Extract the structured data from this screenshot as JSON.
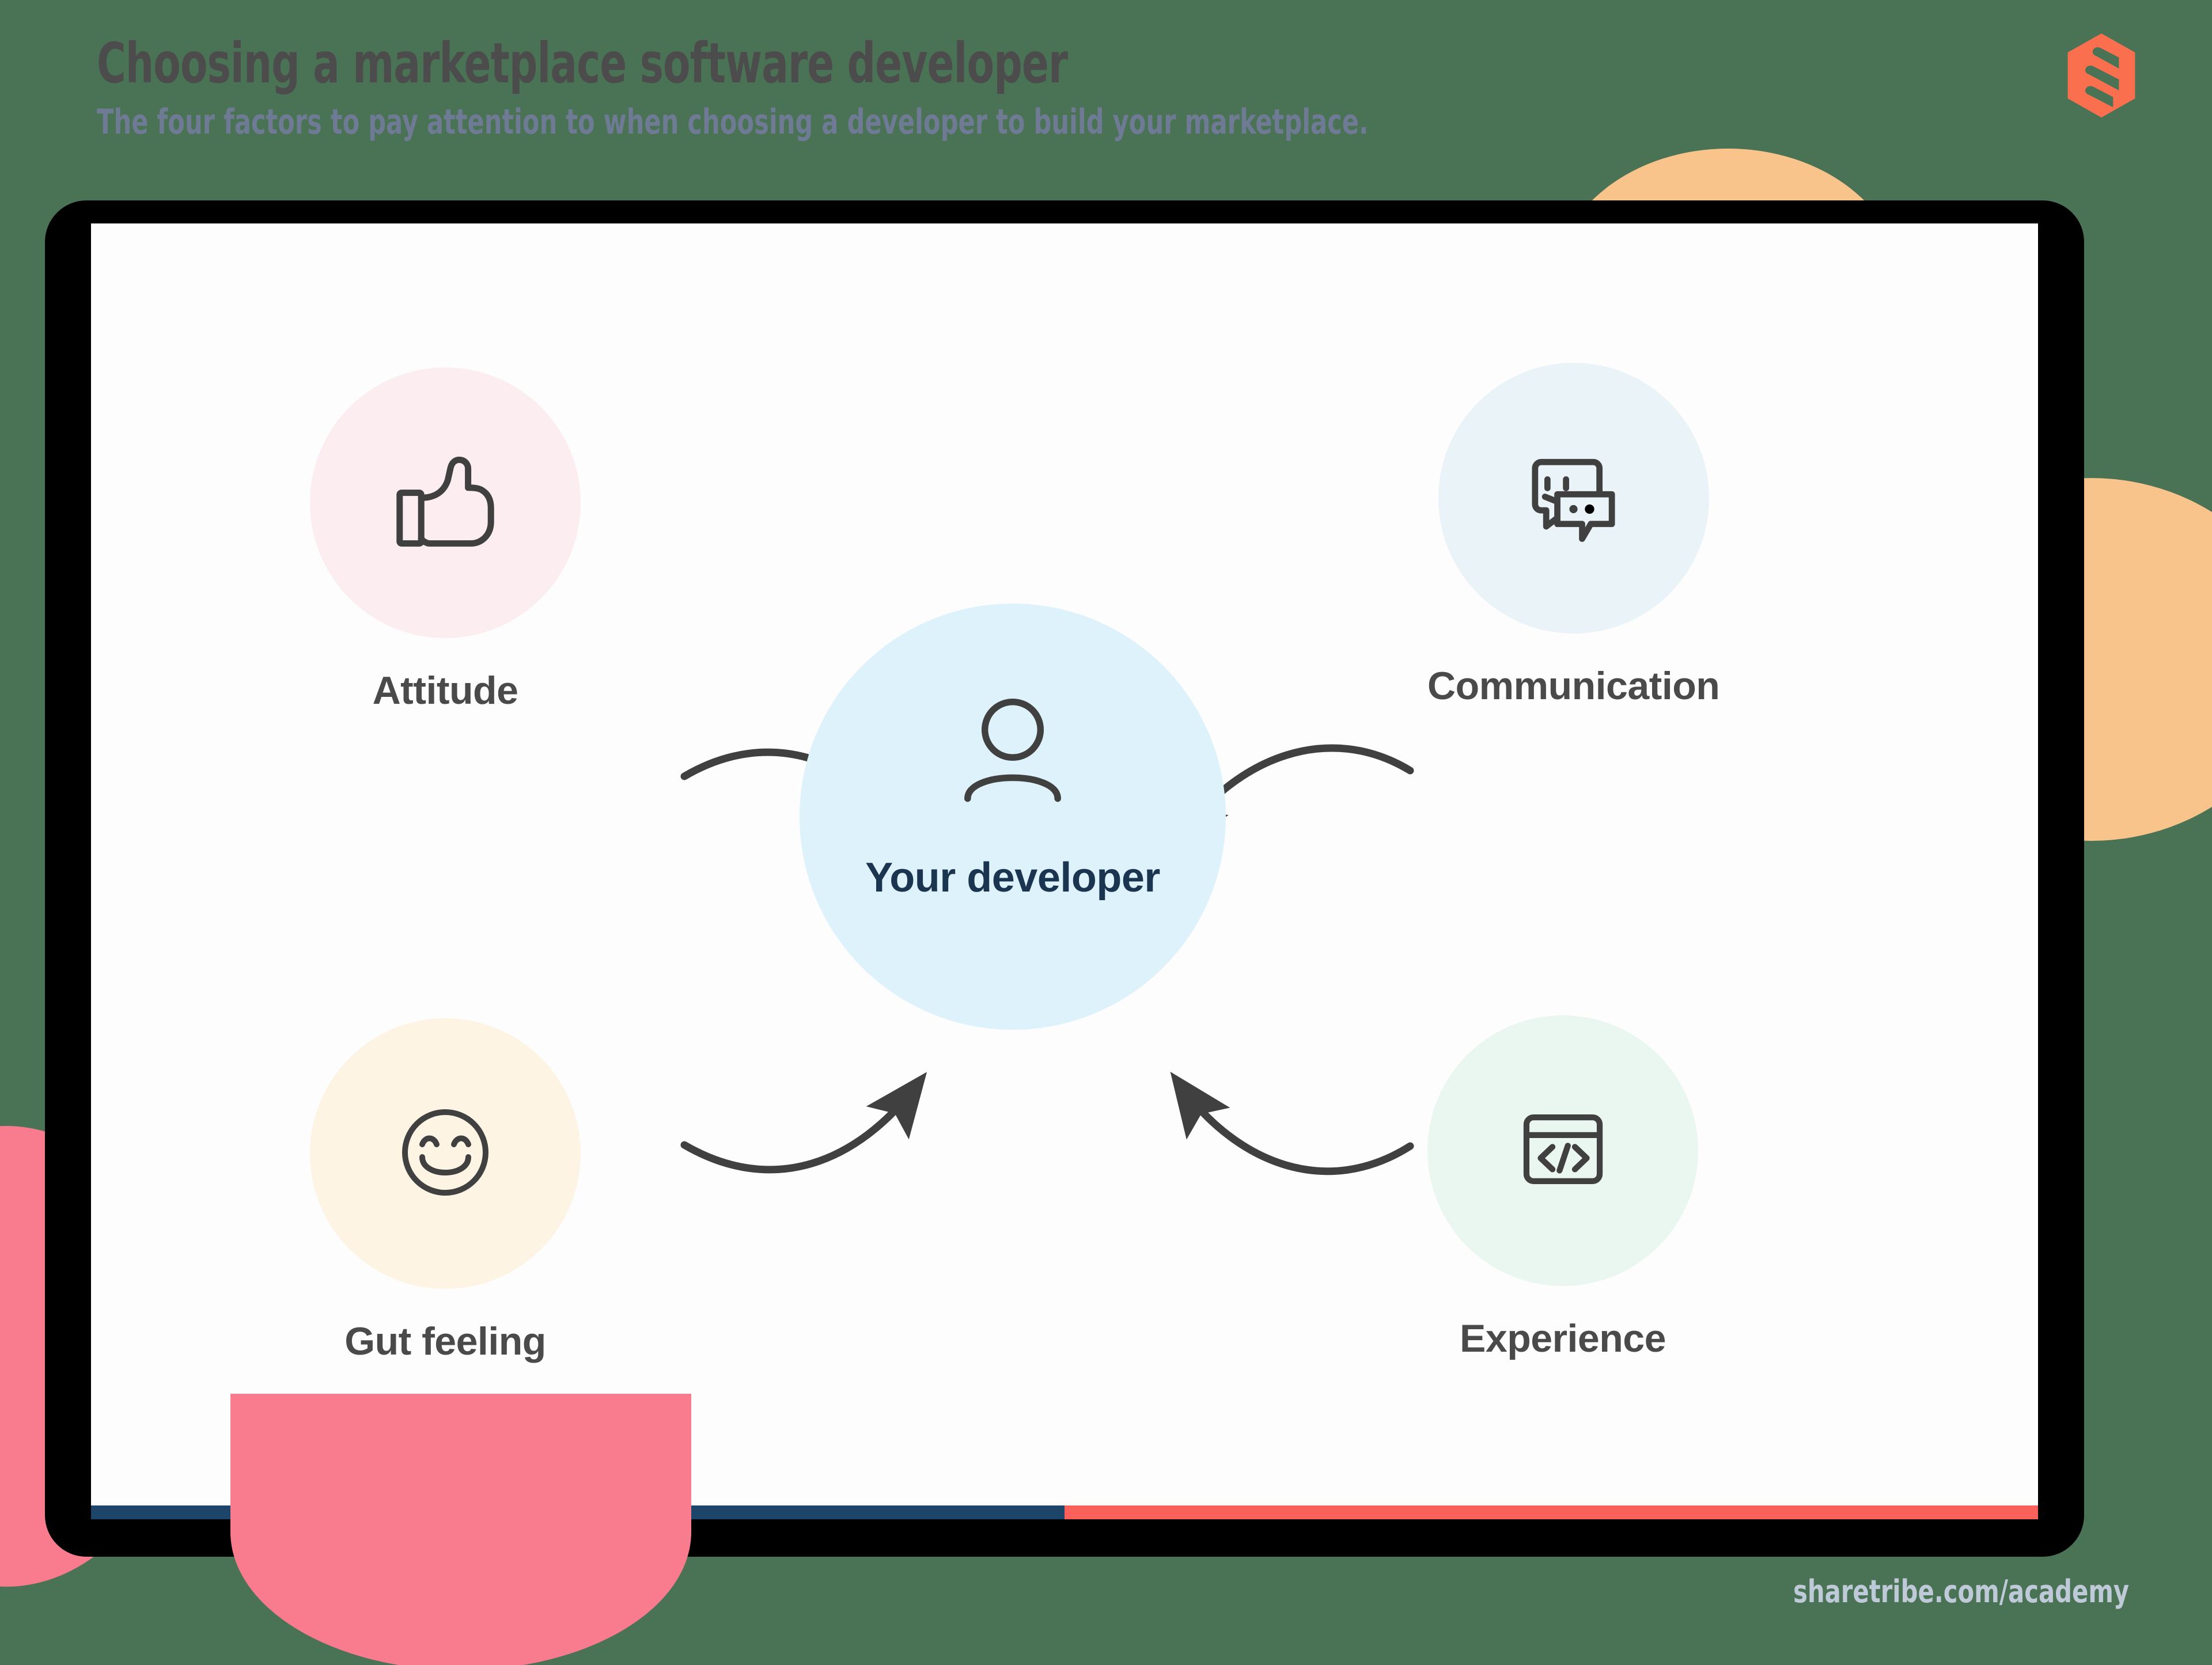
{
  "header": {
    "title": "Choosing a marketplace software developer",
    "subtitle": "The four factors to pay attention to when choosing a developer to build your marketplace.",
    "logo_name": "sharetribe-hexagon-s-logo"
  },
  "diagram": {
    "center": {
      "label": "Your developer",
      "icon": "person-icon",
      "circle_color": "#DDF2FA",
      "label_color": "#1B3550"
    },
    "nodes": [
      {
        "id": "attitude",
        "label": "Attitude",
        "icon": "thumbs-up-icon",
        "circle_color": "#FCEEF0",
        "position": "top-left"
      },
      {
        "id": "communication",
        "label": "Communication",
        "icon": "speech-bubbles-icon",
        "circle_color": "#EAF3F7",
        "position": "top-right"
      },
      {
        "id": "gut-feeling",
        "label": "Gut feeling",
        "icon": "smiley-face-icon",
        "circle_color": "#FDF4E3",
        "position": "bottom-left"
      },
      {
        "id": "experience",
        "label": "Experience",
        "icon": "code-window-icon",
        "circle_color": "#EAF7F0",
        "position": "bottom-right"
      }
    ],
    "arrows": [
      {
        "from": "attitude",
        "to": "center"
      },
      {
        "from": "communication",
        "to": "center"
      },
      {
        "from": "gut-feeling",
        "to": "center"
      },
      {
        "from": "experience",
        "to": "center"
      }
    ]
  },
  "footer": {
    "url": "sharetribe.com/academy"
  },
  "colors": {
    "background_green": "#4A7254",
    "brand_coral": "#FA6F4E",
    "blob_orange": "#F9C48C",
    "blob_pink": "#F97B8E",
    "bar_navy": "#1D4469",
    "bar_coral": "#F9615A",
    "icon_stroke": "#404040",
    "title_gray": "#4C4C4C",
    "subtitle_blue_gray": "#6F7B95",
    "footer_gray": "#BFCAD8"
  }
}
